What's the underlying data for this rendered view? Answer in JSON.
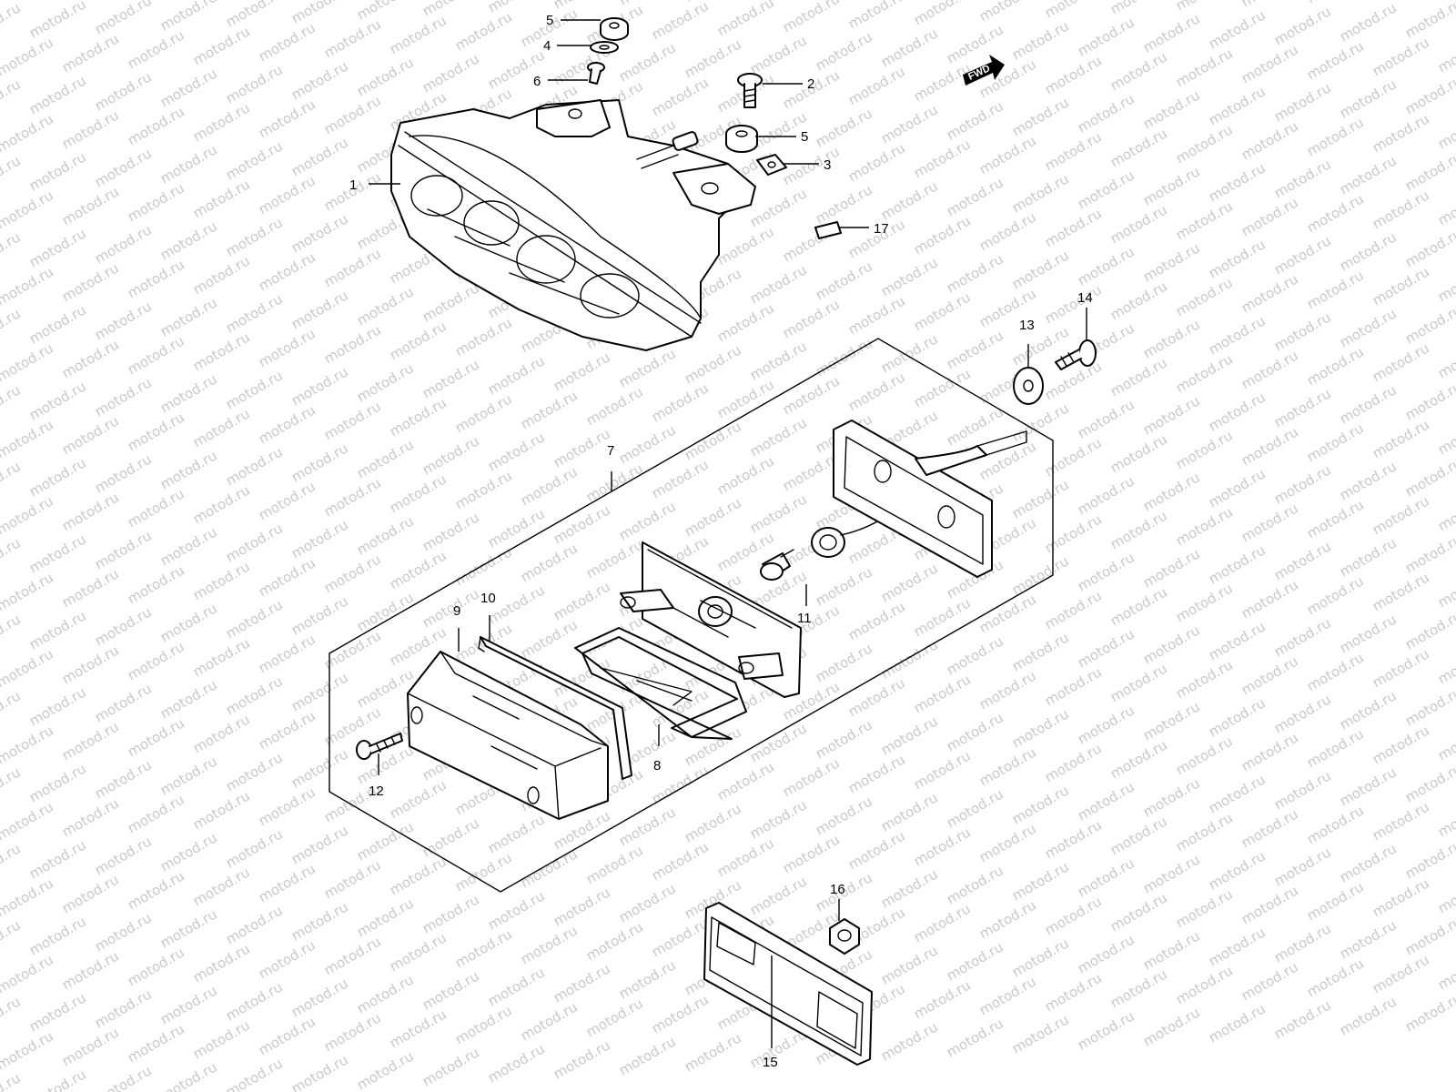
{
  "diagram": {
    "watermark": "motod.ru",
    "fwd_label": "FWD",
    "callouts": [
      {
        "id": "1",
        "label": "1"
      },
      {
        "id": "2",
        "label": "2"
      },
      {
        "id": "3",
        "label": "3"
      },
      {
        "id": "4",
        "label": "4"
      },
      {
        "id": "5a",
        "label": "5"
      },
      {
        "id": "5b",
        "label": "5"
      },
      {
        "id": "6",
        "label": "6"
      },
      {
        "id": "7",
        "label": "7"
      },
      {
        "id": "8",
        "label": "8"
      },
      {
        "id": "9",
        "label": "9"
      },
      {
        "id": "10",
        "label": "10"
      },
      {
        "id": "11",
        "label": "11"
      },
      {
        "id": "12",
        "label": "12"
      },
      {
        "id": "13",
        "label": "13"
      },
      {
        "id": "14",
        "label": "14"
      },
      {
        "id": "15",
        "label": "15"
      },
      {
        "id": "16",
        "label": "16"
      },
      {
        "id": "17",
        "label": "17"
      }
    ]
  }
}
